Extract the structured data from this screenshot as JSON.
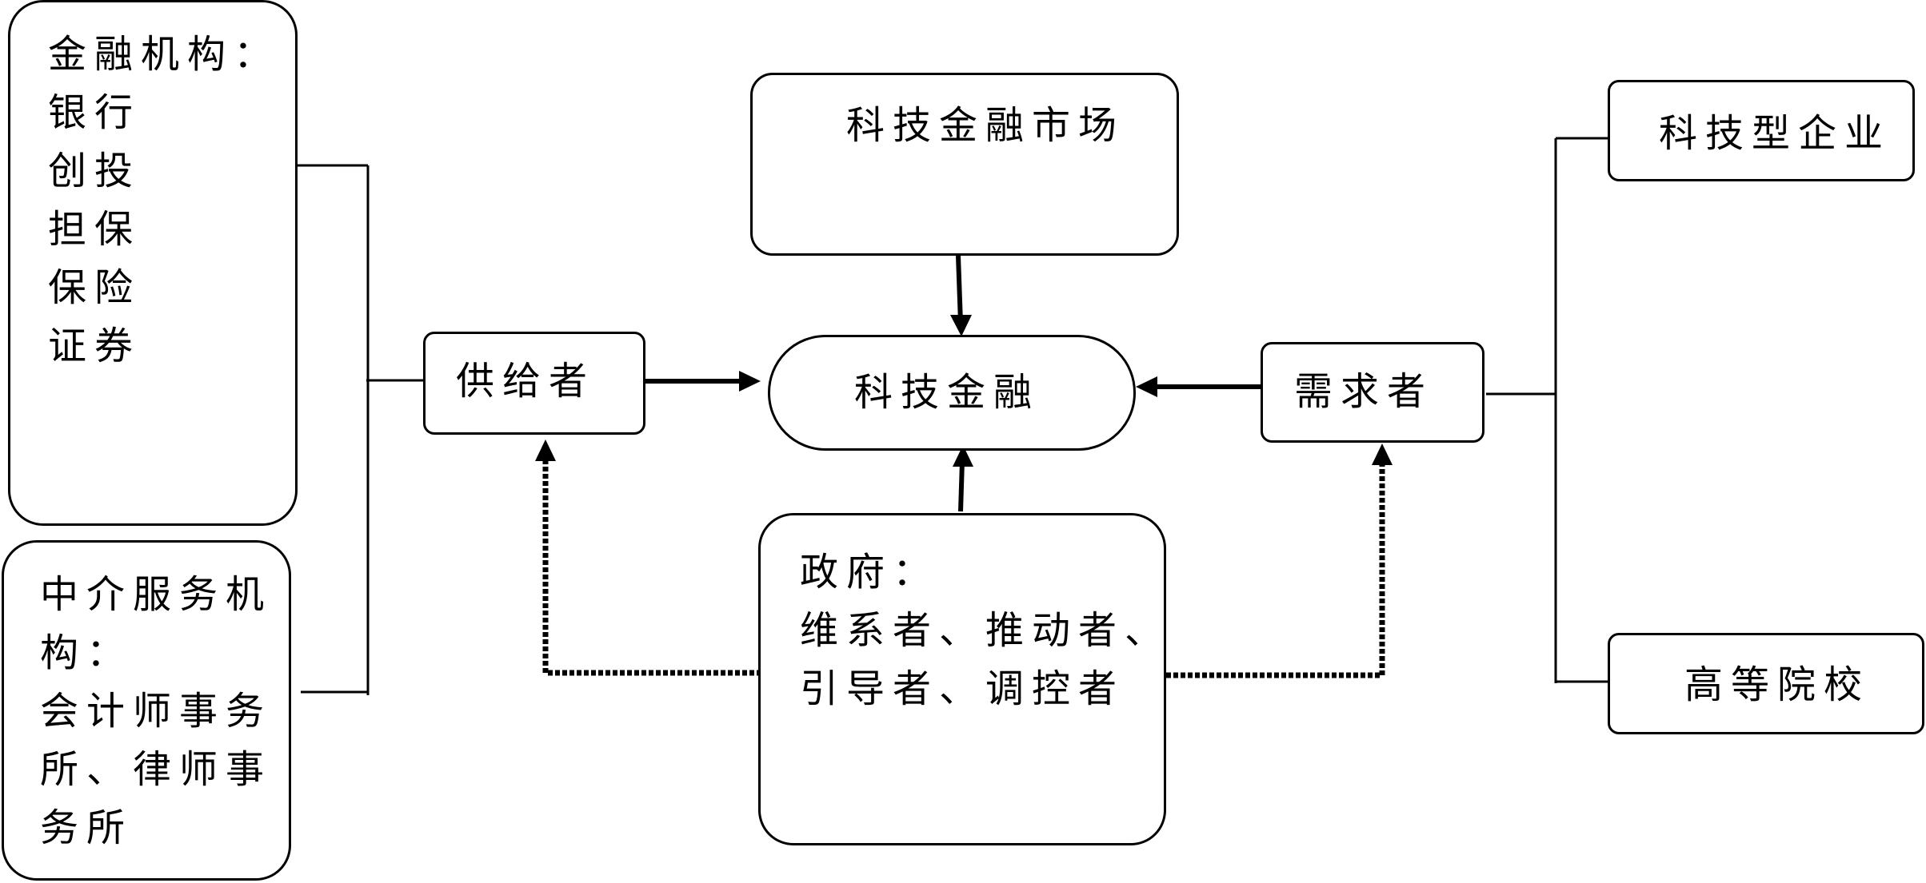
{
  "diagram": {
    "center": {
      "label": "科技金融"
    },
    "market": {
      "label": "科技金融市场"
    },
    "supplier": {
      "label": "供给者"
    },
    "demander": {
      "label": "需求者"
    },
    "financial_institutions": {
      "title": "金融机构：",
      "items": [
        "银行",
        "创投",
        "担保",
        "保险",
        "证券"
      ]
    },
    "intermediaries": {
      "lines": [
        "中介服务机",
        "构：",
        "会计师事务",
        "所、律师事",
        "务所"
      ]
    },
    "government": {
      "title": "政府：",
      "lines": [
        "维系者、推动者、",
        "引导者、调控者"
      ]
    },
    "tech_enterprises": {
      "label": "科技型企业"
    },
    "universities": {
      "label": "高等院校"
    }
  }
}
